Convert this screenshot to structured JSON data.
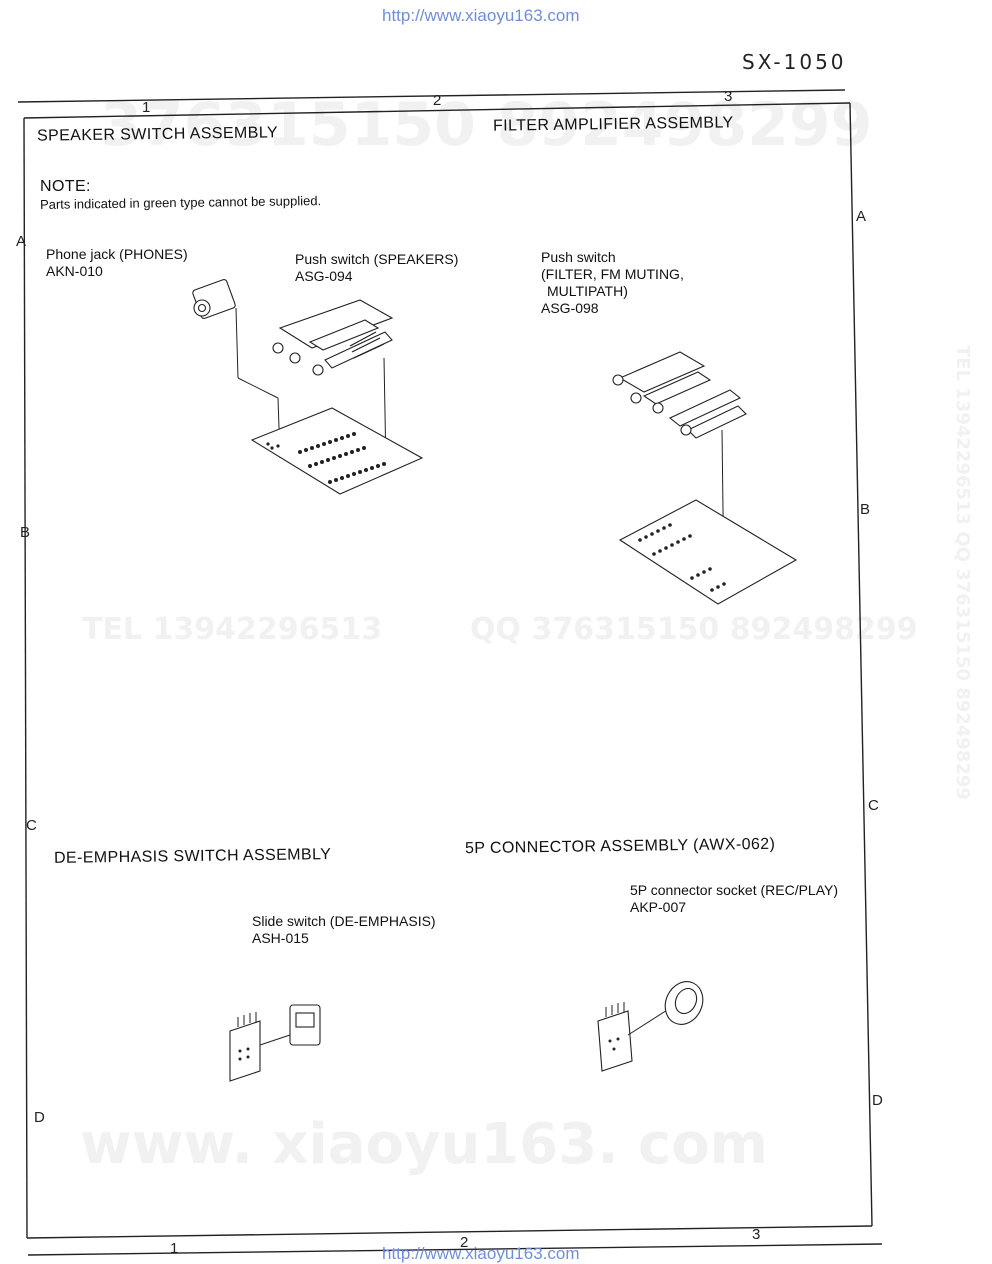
{
  "header": {
    "url_top": "http://www.xiaoyu163.com",
    "model": "SX-1050"
  },
  "footer": {
    "url_bottom": "http://www.xiaoyu163.com"
  },
  "grid_refs": {
    "top_cols": [
      "1",
      "2",
      "3"
    ],
    "bottom_cols": [
      "1",
      "2",
      "3"
    ],
    "left_rows": [
      "A",
      "B",
      "C",
      "D"
    ],
    "right_rows": [
      "A",
      "B",
      "C",
      "D"
    ]
  },
  "watermarks": {
    "tel": "TEL 13942296513",
    "qq": "QQ 376315150 892498299",
    "site": "www. xiaoyu163. com",
    "vertical": "TEL 13942296513 QQ 376315150 892498299",
    "top": "376315150 892498299"
  },
  "sections": {
    "speaker": {
      "heading": "SPEAKER SWITCH ASSEMBLY",
      "note_title": "NOTE:",
      "note_text": "Parts indicated in green type cannot be supplied.",
      "phone_jack_label": "Phone jack (PHONES)",
      "phone_jack_part": "AKN-010",
      "push_switch_label": "Push switch (SPEAKERS)",
      "push_switch_part": "ASG-094"
    },
    "filter": {
      "heading": "FILTER AMPLIFIER ASSEMBLY",
      "push_switch_label": "Push switch",
      "push_switch_line2": "(FILTER, FM MUTING,",
      "push_switch_line3": "MULTIPATH)",
      "push_switch_part": "ASG-098"
    },
    "deemphasis": {
      "heading": "DE-EMPHASIS SWITCH ASSEMBLY",
      "slide_switch_label": "Slide switch (DE-EMPHASIS)",
      "slide_switch_part": "ASH-015"
    },
    "connector": {
      "heading": "5P CONNECTOR ASSEMBLY (AWX-062)",
      "socket_label": "5P connector socket (REC/PLAY)",
      "socket_part": "AKP-007"
    }
  }
}
